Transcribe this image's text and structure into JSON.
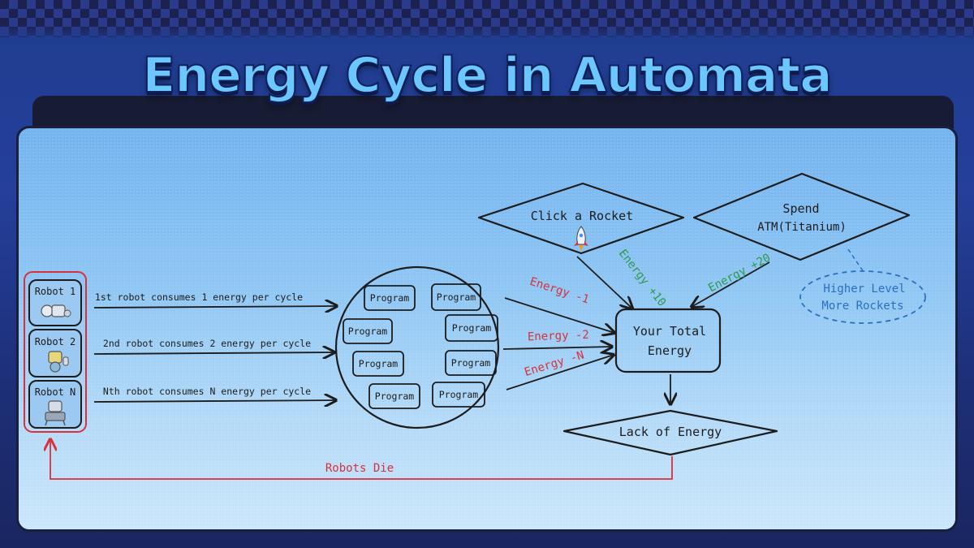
{
  "title": "Energy Cycle in Automata",
  "robots": [
    {
      "label": "Robot 1",
      "consumption": "1st robot consumes 1 energy per cycle",
      "energy_change": "Energy -1"
    },
    {
      "label": "Robot 2",
      "consumption": "2nd robot consumes 2 energy per cycle",
      "energy_change": "Energy -2"
    },
    {
      "label": "Robot N",
      "consumption": "Nth robot consumes N energy per cycle",
      "energy_change": "Energy -N"
    }
  ],
  "programs": [
    "Program",
    "Program",
    "Program",
    "Program",
    "Program",
    "Program",
    "Program",
    "Program"
  ],
  "sources": {
    "rocket": {
      "label": "Click a Rocket",
      "energy_change": "Energy +10"
    },
    "atm": {
      "label_line1": "Spend",
      "label_line2": "ATM(Titanium)",
      "energy_change": "Energy +20"
    }
  },
  "note": {
    "line1": "Higher Level",
    "line2": "More Rockets"
  },
  "total": {
    "line1": "Your Total",
    "line2": "Energy"
  },
  "lack": "Lack of Energy",
  "die": "Robots Die",
  "colors": {
    "red": "#d9313a",
    "green": "#2f9a4c",
    "blue": "#2a6fc0",
    "ink": "#1c1c1c"
  }
}
